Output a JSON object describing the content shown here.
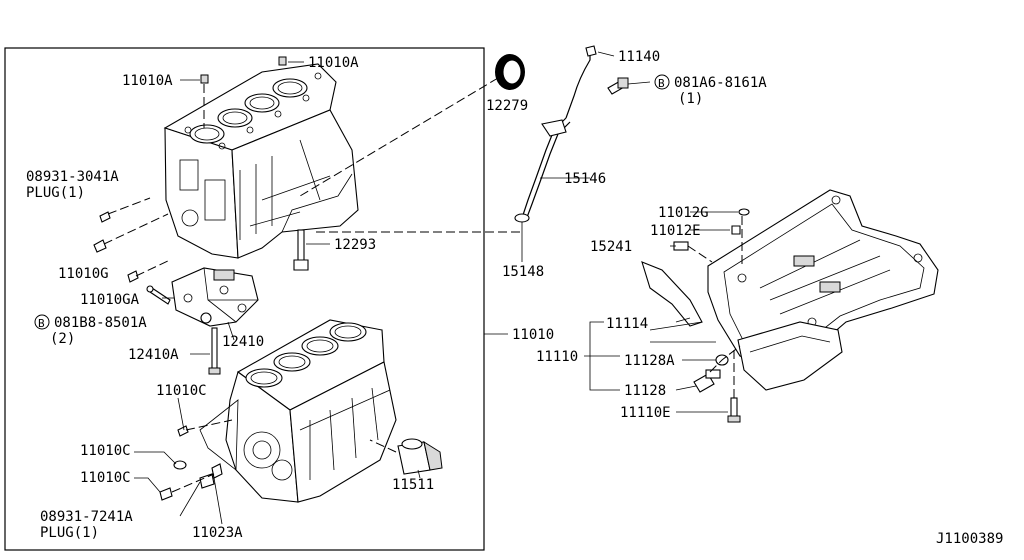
{
  "labels": {
    "l_11010A_top": "11010A",
    "l_11010A_left": "11010A",
    "l_12279": "12279",
    "l_11140": "11140",
    "l_081A6": "081A6-8161A",
    "l_081A6_qty": "(1)",
    "l_08931_3041A": "08931-3041A",
    "l_plug1_top": "PLUG(1)",
    "l_15146": "15146",
    "l_11012G": "11012G",
    "l_11012E": "11012E",
    "l_12293": "12293",
    "l_15241": "15241",
    "l_15148": "15148",
    "l_11010G": "11010G",
    "l_11010GA": "11010GA",
    "l_081B8": "081B8-8501A",
    "l_081B8_qty": "(2)",
    "l_11114": "11114",
    "l_11010": "11010",
    "l_11110": "11110",
    "l_12410": "12410",
    "l_12410A": "12410A",
    "l_11128A": "11128A",
    "l_11128": "11128",
    "l_11010C_a": "11010C",
    "l_11110E": "11110E",
    "l_11010C_b": "11010C",
    "l_11010C_c": "11010C",
    "l_11511": "11511",
    "l_08931_7241A": "08931-7241A",
    "l_plug1_bottom": "PLUG(1)",
    "l_11023A": "11023A",
    "l_code": "J1100389"
  },
  "bolt_symbol": "B"
}
